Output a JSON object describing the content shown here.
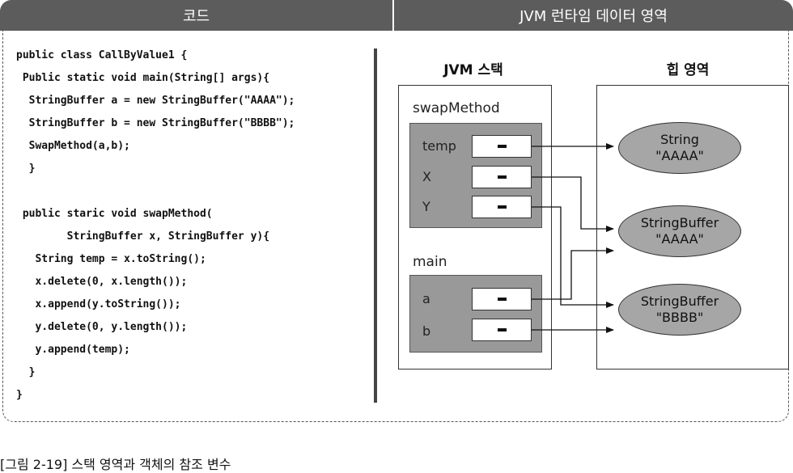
{
  "header": {
    "code_title": "코드",
    "jvm_title": "JVM 런타임 데이터 영역"
  },
  "code_lines": [
    "public class CallByValue1 {",
    " Public static void main(String[] args){",
    "  StringBuffer a = new StringBuffer(\"AAAA\");",
    "  StringBuffer b = new StringBuffer(\"BBBB\");",
    "  SwapMethod(a,b);",
    "  }",
    "",
    " public staric void swapMethod(",
    "        StringBuffer x, StringBuffer y){",
    "   String temp = x.toString();",
    "   x.delete(0, x.length());",
    "   x.append(y.toString());",
    "   y.delete(0, y.length());",
    "   y.append(temp);",
    "  }",
    "}"
  ],
  "jvm": {
    "stack_title": "JVM 스택",
    "heap_title": "힙 영역",
    "frames": [
      {
        "name": "swapMethod",
        "vars": [
          "temp",
          "X",
          "Y"
        ]
      },
      {
        "name": "main",
        "vars": [
          "a",
          "b"
        ]
      }
    ],
    "objects": [
      {
        "type": "String",
        "value": "\"AAAA\""
      },
      {
        "type": "StringBuffer",
        "value": "\"AAAA\""
      },
      {
        "type": "StringBuffer",
        "value": "\"BBBB\""
      }
    ]
  },
  "caption": "[그림 2-19] 스택 영역과 객체의 참조 변수"
}
